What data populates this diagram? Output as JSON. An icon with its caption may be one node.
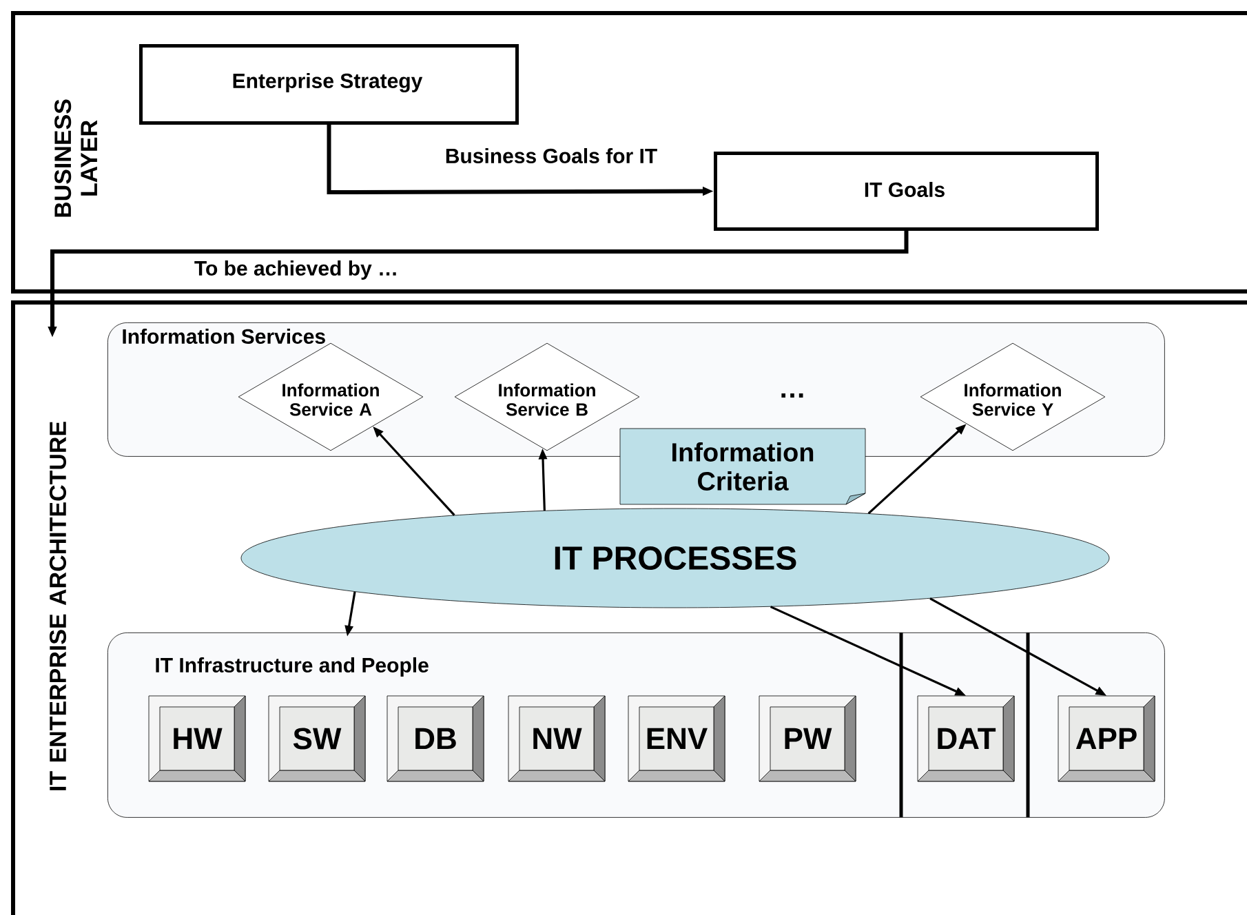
{
  "diagram": {
    "nodes": [
      {
        "text": [
          "BUSINESS LAYER"
        ]
      },
      {
        "text": [
          "Enterprise Strategy"
        ],
        "in": 0
      },
      {
        "text": [
          "IT Goals"
        ],
        "in": 0
      },
      {
        "text": [
          "IT ENTERPRISE ARCHITECTURE"
        ]
      },
      {
        "text": [
          "Information Services"
        ],
        "in": 3
      },
      {
        "text": [
          "Information Service A"
        ],
        "in": 4
      },
      {
        "text": [
          "Information Service B"
        ],
        "in": 4
      },
      {
        "text": [
          "Information Service Y"
        ],
        "in": 4
      },
      {
        "text": [
          "Information Criteria"
        ],
        "in": 3
      },
      {
        "text": [
          "IT  PROCESSES"
        ],
        "in": 3
      },
      {
        "text": [
          "IT Infrastructure and People"
        ],
        "in": 3
      },
      {
        "text": [
          "HW"
        ],
        "in": 10
      },
      {
        "text": [
          "SW"
        ],
        "in": 10
      },
      {
        "text": [
          "DB"
        ],
        "in": 10
      },
      {
        "text": [
          "NW"
        ],
        "in": 10
      },
      {
        "text": [
          "ENV"
        ],
        "in": 10
      },
      {
        "text": [
          "PW"
        ],
        "in": 10
      },
      {
        "text": [
          "DAT"
        ],
        "in": 10
      },
      {
        "text": [
          "APP"
        ],
        "in": 10
      }
    ],
    "edges": [
      {
        "from": 1,
        "to": 2,
        "arrow": "to",
        "label": "Business Goals for IT"
      },
      {
        "from": 2,
        "to": 3,
        "arrow": "to",
        "label": "To be achieved by …"
      },
      {
        "from": 9,
        "to": 5,
        "arrow": "to"
      },
      {
        "from": 9,
        "to": 6,
        "arrow": "to"
      },
      {
        "from": 9,
        "to": 7,
        "arrow": "to"
      },
      {
        "from": 9,
        "to": 10,
        "arrow": "to"
      },
      {
        "from": 9,
        "to": 17,
        "arrow": "to"
      },
      {
        "from": 9,
        "to": 18,
        "arrow": "to"
      }
    ],
    "labels": [
      "…"
    ]
  }
}
